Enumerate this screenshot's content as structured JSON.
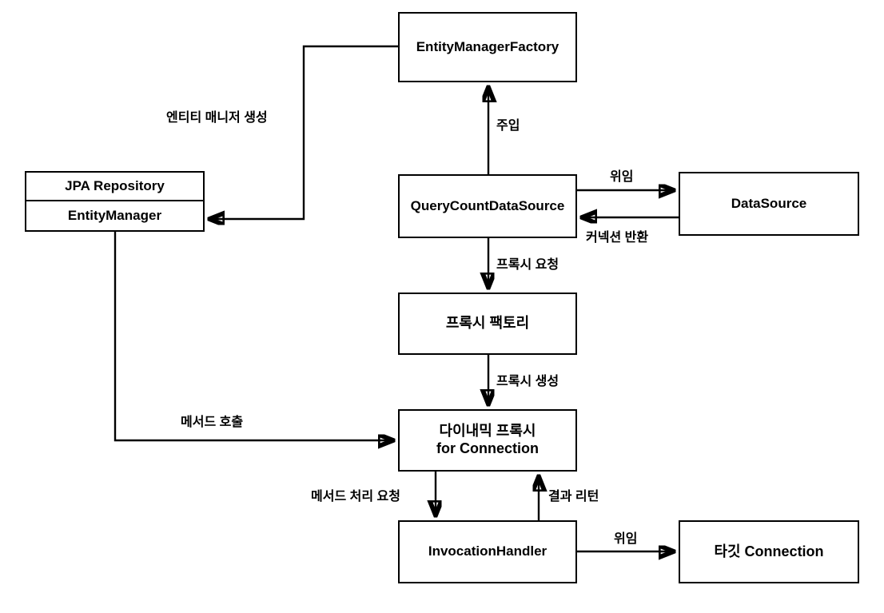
{
  "diagram": {
    "title": "QueryCountDataSource dynamic proxy architecture",
    "background": "#ffffff",
    "stroke_color": "#000000",
    "text_color": "#000000"
  },
  "nodes": {
    "entity_manager_factory": {
      "label": "EntityManagerFactory"
    },
    "jpa_repository": {
      "label": "JPA Repository"
    },
    "entity_manager": {
      "label": "EntityManager"
    },
    "query_count_datasource": {
      "label": "QueryCountDataSource"
    },
    "datasource": {
      "label": "DataSource"
    },
    "proxy_factory": {
      "label": "프록시 팩토리"
    },
    "dynamic_proxy": {
      "line1": "다이내믹 프록시",
      "line2": "for Connection"
    },
    "invocation_handler": {
      "label": "InvocationHandler"
    },
    "target_connection": {
      "label": "타깃 Connection"
    }
  },
  "edges": {
    "emf_to_entity_manager": {
      "label": "엔티티 매니저 생성"
    },
    "qcds_to_emf": {
      "label": "주입"
    },
    "qcds_to_datasource": {
      "label": "위임"
    },
    "datasource_to_qcds": {
      "label": "커넥션 반환"
    },
    "qcds_to_proxy_factory": {
      "label": "프록시 요청"
    },
    "proxy_factory_to_dynamic_proxy": {
      "label": "프록시 생성"
    },
    "entity_manager_to_dynamic_proxy": {
      "label": "메서드 호출"
    },
    "dynamic_proxy_to_handler": {
      "label": "메서드 처리 요청"
    },
    "handler_to_dynamic_proxy": {
      "label": "결과 리턴"
    },
    "handler_to_target": {
      "label": "위임"
    }
  }
}
